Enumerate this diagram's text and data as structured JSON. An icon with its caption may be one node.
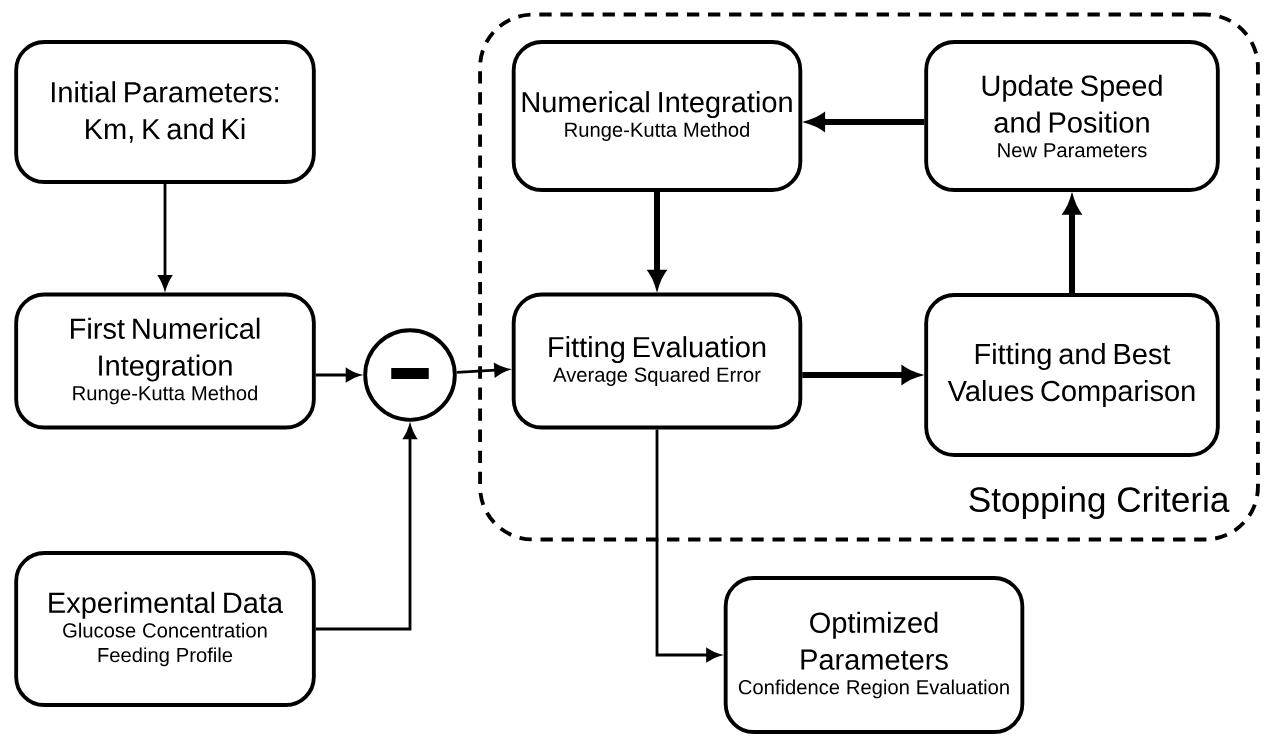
{
  "diagram": {
    "nodes": [
      {
        "text": [
          "Initial Parameters: Km, K and Ki"
        ]
      },
      {
        "text": [
          "First Numerical Integration",
          "Runge-Kutta Method"
        ]
      },
      {
        "text": [],
        "shape": "circle"
      },
      {
        "text": [
          "Experimental Data",
          "Glucose Concentration Feeding Profile"
        ]
      },
      {
        "text": [
          "Stopping Criteria"
        ]
      },
      {
        "text": [
          "Numerical Integration",
          "Runge-Kutta Method"
        ],
        "in": 4
      },
      {
        "text": [
          "Update Speed and Position",
          "New Parameters"
        ],
        "in": 4
      },
      {
        "text": [
          "Fitting Evaluation",
          "Average Squared Error"
        ],
        "in": 4
      },
      {
        "text": [
          "Fitting and Best Values Comparison"
        ],
        "in": 4
      },
      {
        "text": [
          "Optimized Parameters",
          "Confidence Region Evaluation"
        ]
      }
    ],
    "edges": [
      {
        "from": 0,
        "to": 1,
        "arrow": "to"
      },
      {
        "from": 1,
        "to": 2,
        "arrow": "to"
      },
      {
        "from": 3,
        "to": 2,
        "arrow": "to"
      },
      {
        "from": 2,
        "to": 7,
        "arrow": "to"
      },
      {
        "from": 7,
        "to": 8,
        "arrow": "to",
        "style": "thick"
      },
      {
        "from": 8,
        "to": 6,
        "arrow": "to",
        "style": "thick"
      },
      {
        "from": 6,
        "to": 5,
        "arrow": "to",
        "style": "thick"
      },
      {
        "from": 5,
        "to": 7,
        "arrow": "to",
        "style": "thick"
      },
      {
        "from": 7,
        "to": 9,
        "arrow": "to"
      }
    ]
  }
}
